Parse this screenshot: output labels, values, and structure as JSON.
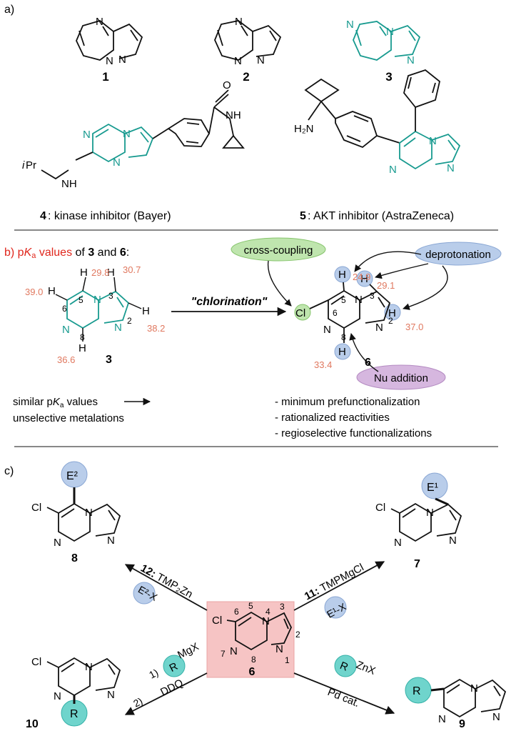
{
  "colors": {
    "bond": "#111111",
    "teal": "#179a8f",
    "pka": "#e0785f",
    "red_label": "#e0271d",
    "green_fill": "#bfe5ae",
    "green_stroke": "#86c46c",
    "blue_fill": "#b9cdea",
    "blue_stroke": "#8aa7d4",
    "purple_fill": "#d6b7df",
    "purple_stroke": "#b48bc2",
    "cyan_fill": "#6fd4cc",
    "cyan_stroke": "#35b1a8",
    "center_box": "#f6c4c4",
    "center_box_stroke": "#e9a5a5"
  },
  "panel_a": {
    "label": "a)",
    "compounds": [
      "1",
      "2",
      "3"
    ],
    "compound4": {
      "num": "4",
      "caption": ": kinase inhibitor (Bayer)",
      "o": "O",
      "nh": "NH",
      "nh2": "NH",
      "ipr_i": "i",
      "ipr": "Pr",
      "n": "N"
    },
    "compound5": {
      "num": "5",
      "caption": ": AKT inhibitor (AstraZeneca)",
      "h2n": "H₂N",
      "n": "N"
    }
  },
  "panel_b": {
    "label_pre": "b) p",
    "label_k": "K",
    "label_a": "a",
    "label_values": " values",
    "label_of": " of ",
    "label_3": "3",
    "label_and": " and ",
    "label_6": "6",
    "label_colon": ":",
    "compound3_pka": {
      "h5": "29.8",
      "h3": "30.7",
      "h6": "39.0",
      "h2": "38.2",
      "h8": "36.6"
    },
    "arrow_label": "\"chlorination\"",
    "compound6_pka": {
      "h5": "24.9",
      "h3": "29.1",
      "h2": "37.0",
      "h8": "33.4"
    },
    "cross_coupling": "cross-coupling",
    "deprotonation": "deprotonation",
    "nu_addition": "Nu addition",
    "note_left_1a": "similar p",
    "note_left_1k": "K",
    "note_left_1b": "a",
    "note_left_1c": " values",
    "note_left_2": "unselective metalations",
    "bullets": [
      "- minimum prefunctionalization",
      "- rationalized reactivities",
      "- regioselective functionalizations"
    ],
    "numbers3": {
      "c5": "5",
      "c3": "3",
      "c6": "6",
      "c2": "2",
      "c8": "8",
      "cmp": "3"
    },
    "numbers6": {
      "c5": "5",
      "c3": "3",
      "c6": "6",
      "c2": "2",
      "c8": "8",
      "cmp": "6"
    }
  },
  "panel_c": {
    "label": "c)",
    "reagent12_num": "12:",
    "reagent12": " TMP₂Zn",
    "reagent11_num": "11:",
    "reagent11": " TMPMgCl",
    "e2x": "E²-X",
    "e1x": "E¹-X",
    "rmgx_r": "R",
    "rmgx": "MgX",
    "step1": "1)",
    "step2": "2)",
    "ddq": "DDQ",
    "rznx_r": "R",
    "rznx": "ZnX",
    "pdcat": "Pd cat.",
    "e2": "E²",
    "e1": "E¹",
    "r": "R",
    "cl": "Cl",
    "numbers": {
      "n4": "4",
      "n3": "3",
      "n5": "5",
      "n6": "6",
      "n2": "2",
      "n7": "7",
      "n1": "1",
      "n8": "8"
    },
    "compounds": {
      "c6": "6",
      "c7": "7",
      "c8": "8",
      "c9": "9",
      "c10": "10"
    }
  }
}
